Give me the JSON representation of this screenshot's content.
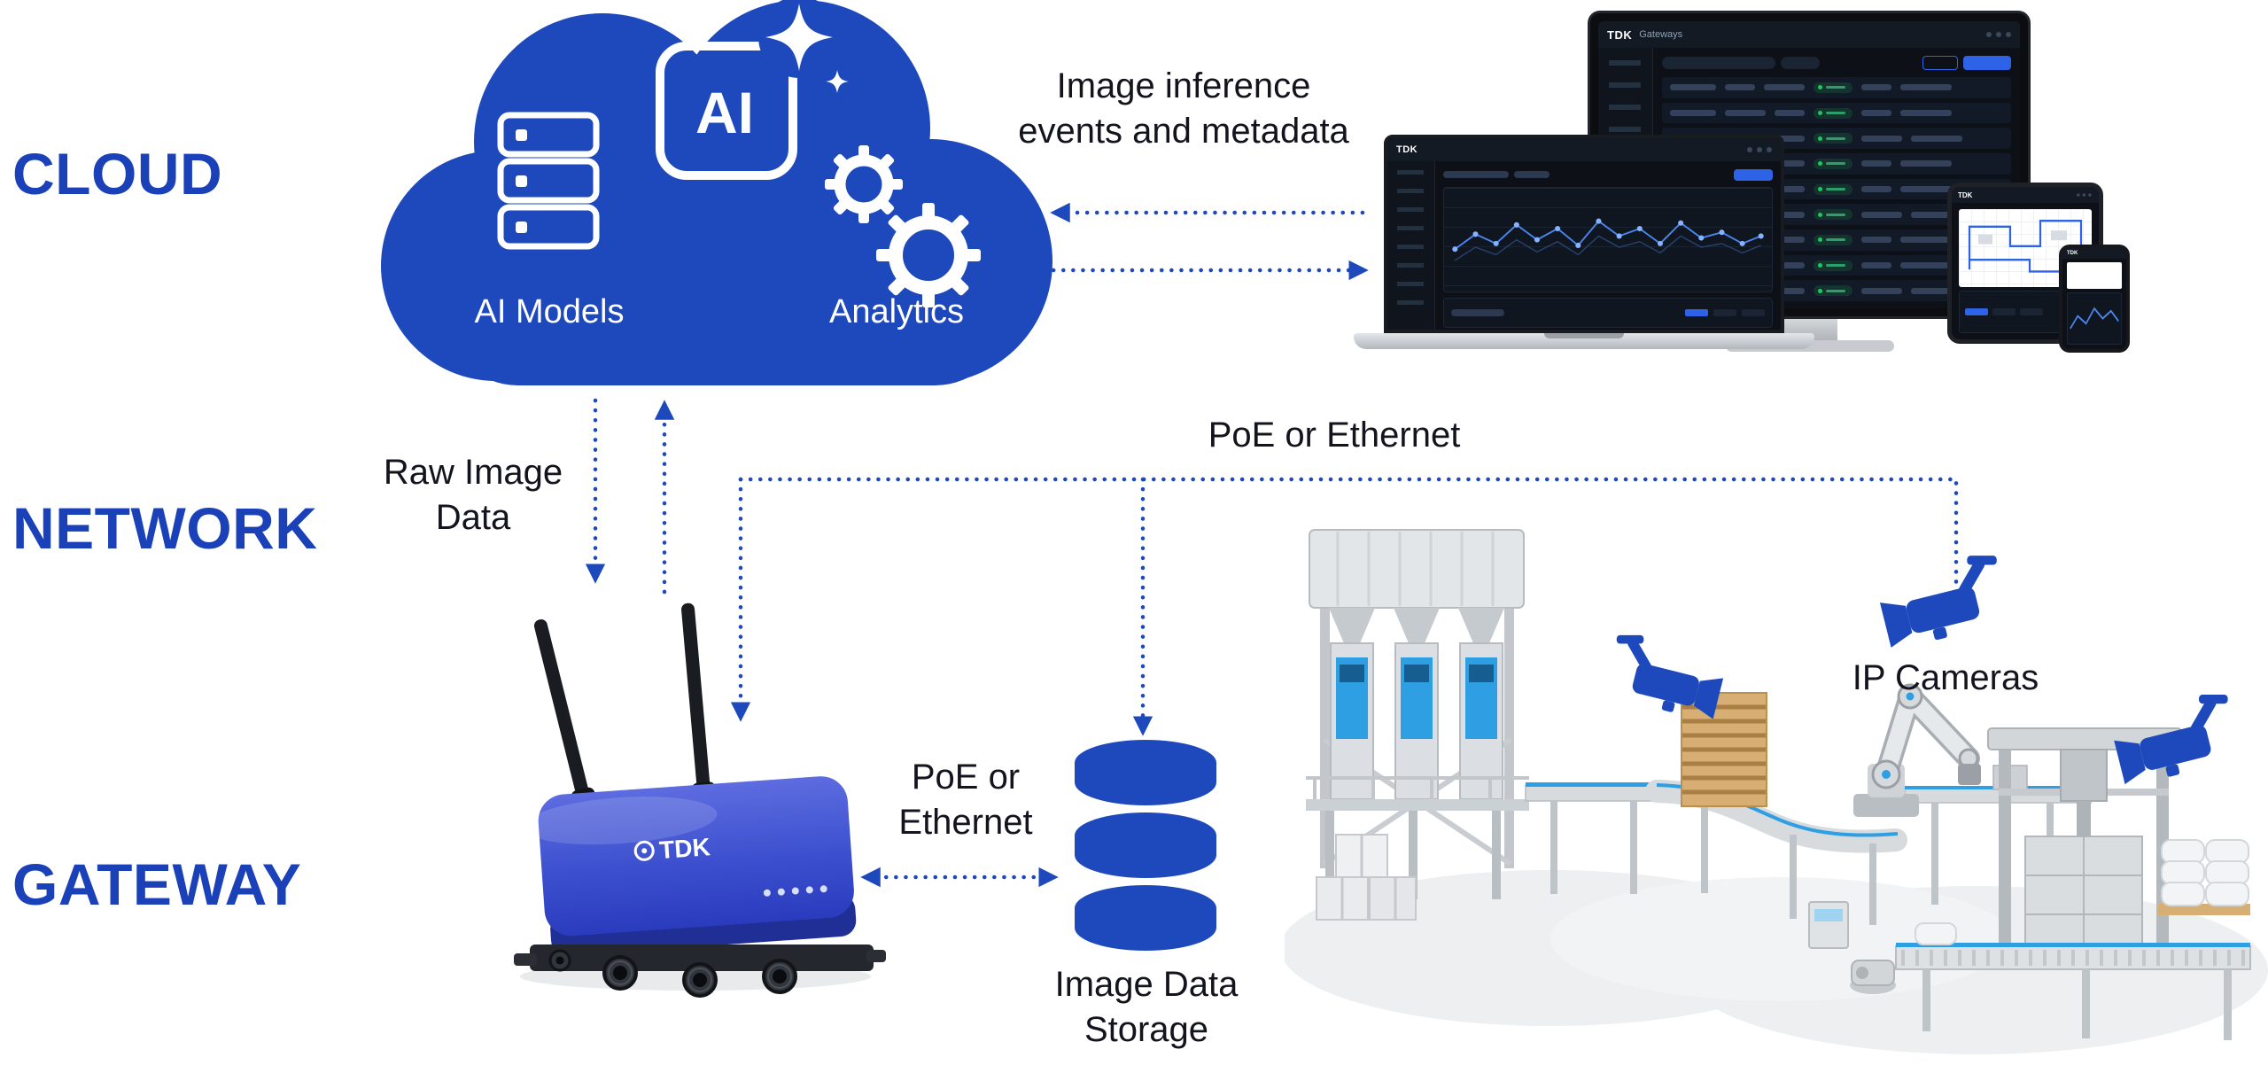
{
  "colors": {
    "primary_blue": "#1d49bd",
    "label_blue": "#1b41b9",
    "accent_cyan": "#2e9fe2",
    "ink": "#14141f",
    "status_green": "#22c55e"
  },
  "layer_labels": {
    "cloud": "CLOUD",
    "network": "NETWORK",
    "gateway": "GATEWAY"
  },
  "cloud": {
    "ai_badge": "AI",
    "ai_models_label": "AI Models",
    "analytics_label": "Analytics"
  },
  "connections": {
    "image_inference_label": "Image inference\nevents and metadata",
    "raw_image_label": "Raw Image\nData",
    "poe_ethernet_top_label": "PoE or Ethernet",
    "poe_ethernet_storage_label": "PoE or\nEthernet"
  },
  "storage": {
    "label": "Image Data\nStorage"
  },
  "cameras": {
    "label": "IP Cameras"
  },
  "gateway_device": {
    "brand": "TDK"
  },
  "screens": {
    "brand": "TDK",
    "monitor_title": "Gateways"
  }
}
